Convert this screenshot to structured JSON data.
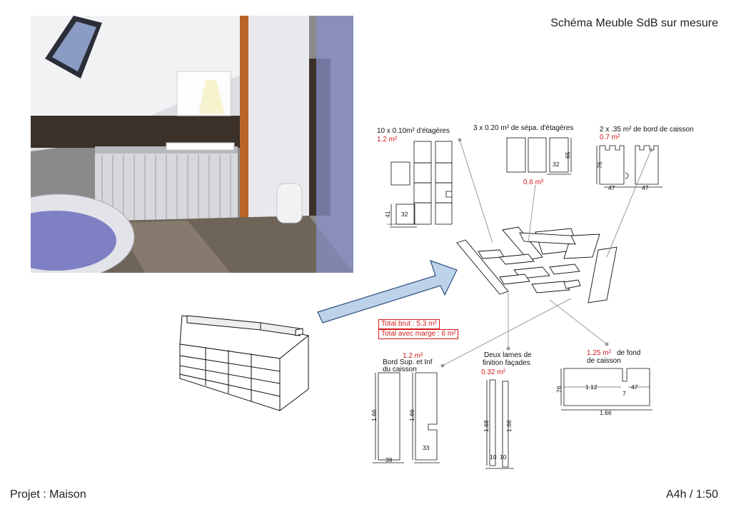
{
  "header": {
    "title": "Schéma Meuble SdB sur mesure"
  },
  "footer": {
    "project": "Projet : Maison",
    "format": "A4h / 1:50"
  },
  "parts": {
    "shelves": {
      "label": "10 x 0.10m² d'étagères",
      "area": "1.2 m²",
      "dim_h": "41",
      "dim_w": "32"
    },
    "separators": {
      "label": "3 x 0.20 m² de sépa. d'étagères",
      "area": "0.6 m²",
      "dim_h": "65",
      "dim_w": "32"
    },
    "box_edge": {
      "label": "2 x .35 m² de bord de caisson",
      "area": "0.7 m²",
      "dim_h": "76",
      "dim_w1": "47",
      "dim_w2": "47"
    },
    "top_bottom": {
      "area": "1.2 m²",
      "label1": "Bord Sup. et Inf",
      "label2": "du caisson",
      "dim_h1": "1.66",
      "dim_h2": "1.66",
      "dim_w": "39",
      "dim_notch": "33"
    },
    "facade": {
      "label1": "Deux lames de",
      "label2": "finition façades",
      "area": "0.32 m²",
      "dim_h1": "1.68",
      "dim_h2": "1.66",
      "dim_w1": "10",
      "dim_w2": "10"
    },
    "back": {
      "area": "1.25 m²",
      "label1": "de fond",
      "label2": "de caisson",
      "dim_h": "76",
      "dim_w1": "1.12",
      "dim_w2": "47",
      "dim_notch": "7",
      "dim_total": "1.66"
    }
  },
  "totals": {
    "gross": "Total brut : 5.3 m²",
    "with_margin": "Total avec marge : 6 m²"
  },
  "colors": {
    "annotation": "#d41a1a",
    "arrow_fill": "#bcd3ea",
    "arrow_stroke": "#2f4f7f",
    "leader": "#9a9a9a"
  }
}
